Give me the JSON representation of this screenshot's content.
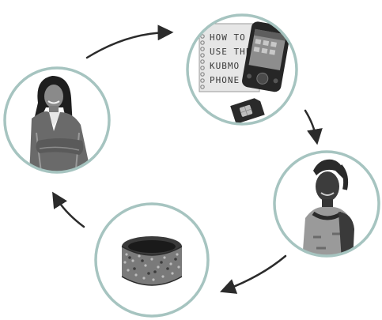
{
  "diagram": {
    "kind": "cycle",
    "ring_color": "#a6c4c0",
    "arrow_color": "#2b2b2b",
    "nodes": [
      {
        "id": "girl-smiling",
        "icon": "girl-photo",
        "label": ""
      },
      {
        "id": "phone-manual",
        "icon": "phone-and-manual-photo",
        "label": ""
      },
      {
        "id": "woman-headscarf",
        "icon": "woman-photo",
        "label": ""
      },
      {
        "id": "beaded-bracelet",
        "icon": "bracelet-photo",
        "label": ""
      }
    ],
    "book": {
      "lines": [
        "HOW TO",
        "USE THE",
        "KUBMO",
        "PHONE"
      ]
    },
    "flow": "clockwise"
  }
}
